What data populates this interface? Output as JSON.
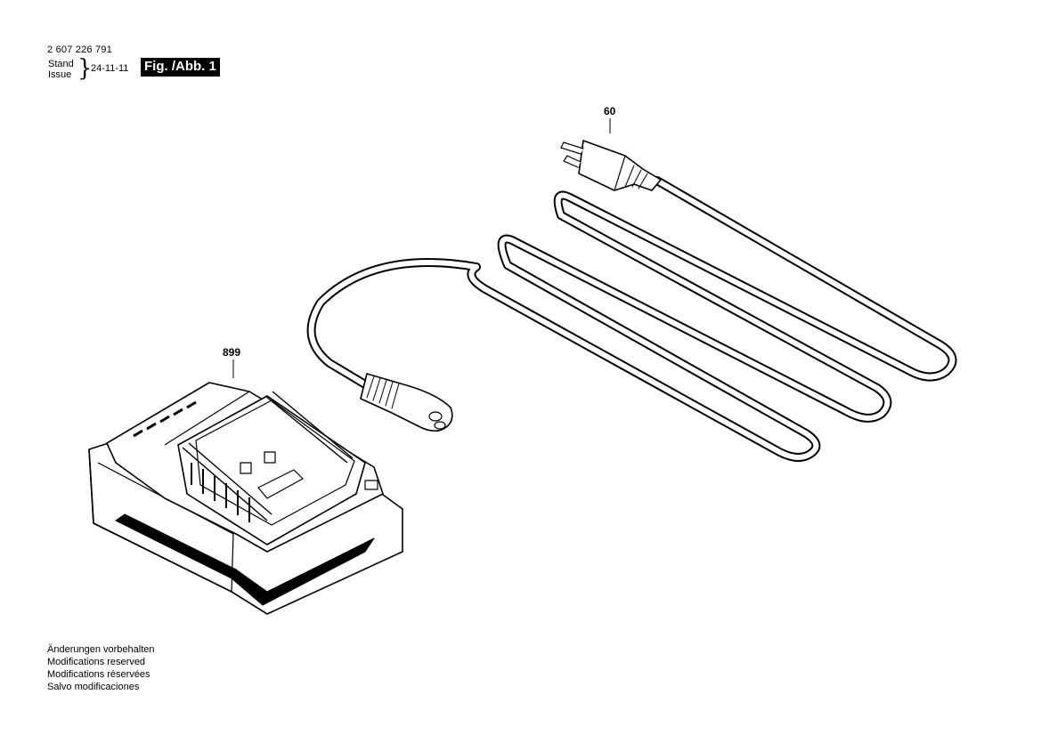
{
  "header": {
    "doc_number": "2 607 226 791",
    "stand_label": "Stand",
    "issue_label": "Issue",
    "date": "24-11-11",
    "figure_label": "Fig. /Abb. 1"
  },
  "parts": {
    "power_cord": {
      "number": "60",
      "icon": "power-cord-icon"
    },
    "charger": {
      "number": "899",
      "icon": "battery-charger-icon"
    }
  },
  "footer": {
    "lines": [
      "Änderungen vorbehalten",
      "Modifications reserved",
      "Modifications réservées",
      "Salvo modificaciones"
    ]
  }
}
